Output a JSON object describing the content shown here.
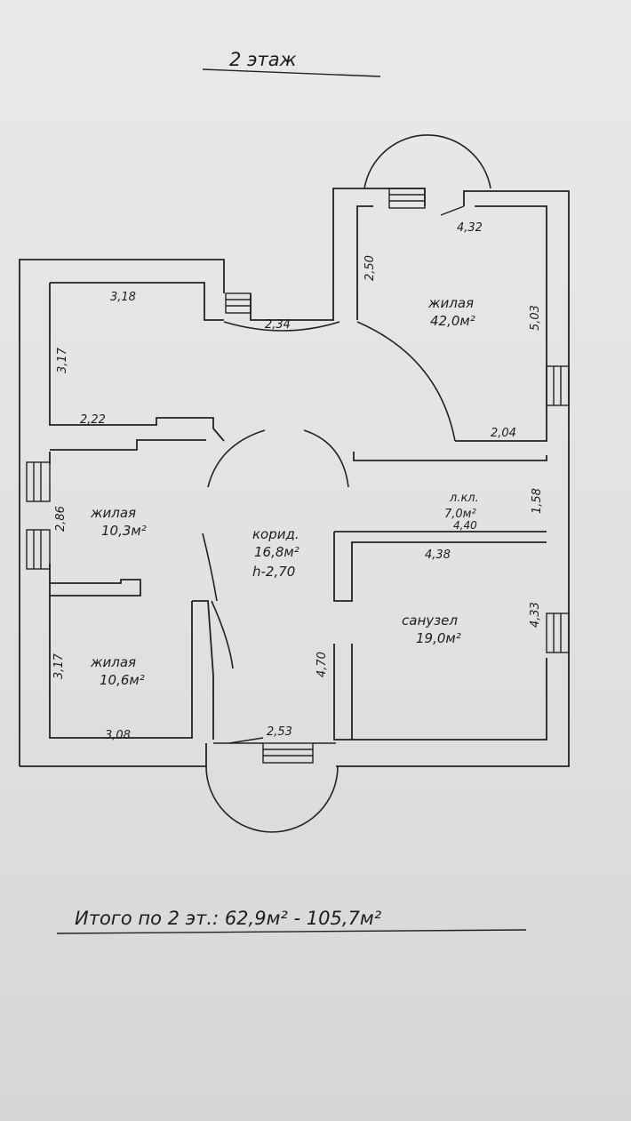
{
  "title": "2 этаж",
  "rooms": {
    "living_big": {
      "name": "жилая",
      "area": "42,0м²"
    },
    "living_mid": {
      "name": "жилая",
      "area": "10,3м²"
    },
    "living_small": {
      "name": "жилая",
      "area": "10,6м²"
    },
    "corridor": {
      "name": "корид.",
      "area": "16,8м²",
      "height": "h-2,70"
    },
    "loggia": {
      "name": "л.кл.",
      "area": "7,0м²"
    },
    "bathroom": {
      "name": "санузел",
      "area": "19,0м²"
    }
  },
  "dimensions": {
    "d318": "3,18",
    "d317_top": "3,17",
    "d222": "2,22",
    "d234": "2,34",
    "d250": "2,50",
    "d432": "4,32",
    "d503": "5,03",
    "d204": "2,04",
    "d286": "2,86",
    "d158": "1,58",
    "d440": "4,40",
    "d438": "4,38",
    "d433": "4,33",
    "d470": "4,70",
    "d317_bottom": "3,17",
    "d308": "3,08",
    "d253": "2,53"
  },
  "total": "Итого по 2 эт.: 62,9м² - 105,7м²"
}
